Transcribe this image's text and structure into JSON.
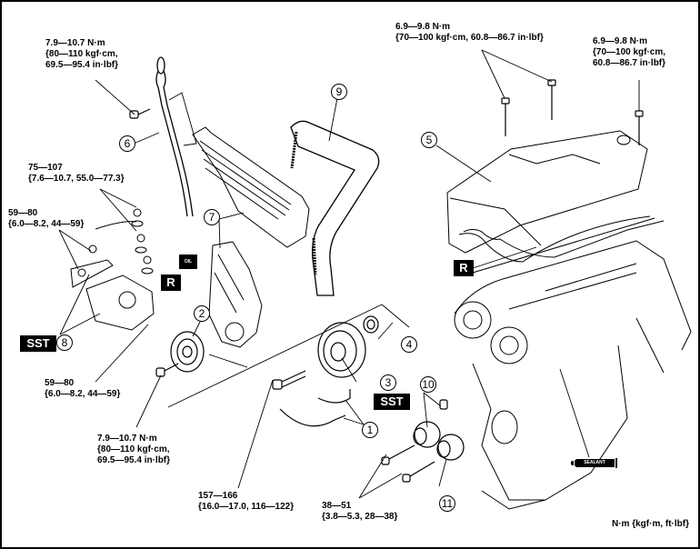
{
  "diagram": {
    "type": "exploded-parts-diagram",
    "subject": "Engine timing belt / cylinder head cover removal-installation",
    "torque_specs": [
      {
        "id": "dipstick-bolt",
        "lines": [
          "7.9—10.7 N·m",
          "{80—110 kgf·cm,",
          "69.5—95.4 in·lbf}"
        ]
      },
      {
        "id": "head-cover-bolts-left",
        "lines": [
          "6.9—9.8 N·m",
          "{70—100 kgf·cm, 60.8—86.7 in·lbf}"
        ]
      },
      {
        "id": "head-cover-bolt-right",
        "lines": [
          "6.9—9.8 N·m",
          "{70—100 kgf·cm,",
          "60.8—86.7 in·lbf}"
        ]
      },
      {
        "id": "mount-nuts-upper",
        "lines": [
          "75—107",
          "{7.6—10.7, 55.0—77.3}"
        ]
      },
      {
        "id": "mount-bolts-upper",
        "lines": [
          "59—80",
          "{6.0—8.2, 44—59}"
        ]
      },
      {
        "id": "mount-bolt-lower",
        "lines": [
          "59—80",
          "{6.0—8.2, 44—59}"
        ]
      },
      {
        "id": "pulley-bolt",
        "lines": [
          "7.9—10.7 N·m",
          "{80—110 kgf·cm,",
          "69.5—95.4 in·lbf}"
        ]
      },
      {
        "id": "crank-bolt",
        "lines": [
          "157—166",
          "{16.0—17.0, 116—122}"
        ]
      },
      {
        "id": "idler-bolts",
        "lines": [
          "38—51",
          "{3.8—5.3, 28—38}"
        ]
      }
    ],
    "callouts": [
      "1",
      "2",
      "3",
      "4",
      "5",
      "6",
      "7",
      "8",
      "9",
      "10",
      "11"
    ],
    "badges": {
      "sst": "SST",
      "replace": "R",
      "oil": "OIL",
      "sealant": "SEALANT"
    },
    "units_legend": "N·m {kgf·m, ft·lbf}"
  }
}
